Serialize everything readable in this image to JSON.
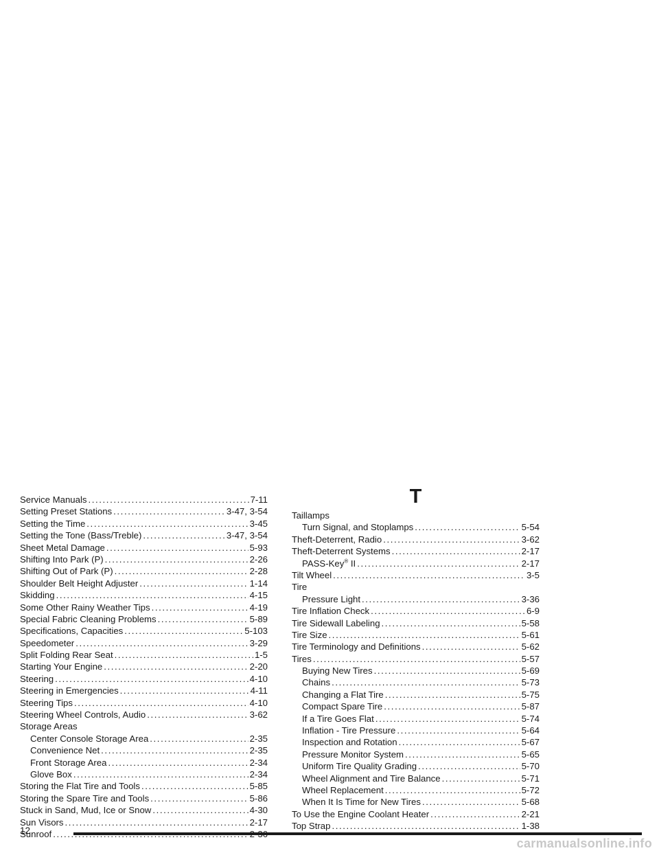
{
  "left_column": [
    {
      "type": "entry",
      "text": "Service Manuals",
      "page": "7-11"
    },
    {
      "type": "entry",
      "text": "Setting Preset Stations",
      "page": "3-47, 3-54"
    },
    {
      "type": "entry",
      "text": "Setting the Time",
      "page": "3-45"
    },
    {
      "type": "entry",
      "text": "Setting the Tone (Bass/Treble)",
      "page": "3-47, 3-54"
    },
    {
      "type": "entry",
      "text": "Sheet Metal Damage",
      "page": "5-93"
    },
    {
      "type": "entry",
      "text": "Shifting Into Park (P)",
      "page": "2-26"
    },
    {
      "type": "entry",
      "text": "Shifting Out of Park (P)",
      "page": "2-28"
    },
    {
      "type": "entry",
      "text": "Shoulder Belt Height Adjuster",
      "page": "1-14"
    },
    {
      "type": "entry",
      "text": "Skidding",
      "page": "4-15"
    },
    {
      "type": "entry",
      "text": "Some Other Rainy Weather Tips",
      "page": "4-19"
    },
    {
      "type": "entry",
      "text": "Special Fabric Cleaning Problems",
      "page": "5-89"
    },
    {
      "type": "entry",
      "text": "Specifications, Capacities",
      "page": "5-103"
    },
    {
      "type": "entry",
      "text": "Speedometer",
      "page": "3-29"
    },
    {
      "type": "entry",
      "text": "Split Folding Rear Seat",
      "page": "1-5"
    },
    {
      "type": "entry",
      "text": "Starting Your Engine",
      "page": "2-20"
    },
    {
      "type": "entry",
      "text": "Steering",
      "page": "4-10"
    },
    {
      "type": "entry",
      "text": "Steering in Emergencies",
      "page": "4-11"
    },
    {
      "type": "entry",
      "text": "Steering Tips",
      "page": "4-10"
    },
    {
      "type": "entry",
      "text": "Steering Wheel Controls, Audio",
      "page": "3-62"
    },
    {
      "type": "heading",
      "text": "Storage Areas"
    },
    {
      "type": "sub",
      "text": "Center Console Storage Area",
      "page": "2-35"
    },
    {
      "type": "sub",
      "text": "Convenience Net",
      "page": "2-35"
    },
    {
      "type": "sub",
      "text": "Front Storage Area",
      "page": "2-34"
    },
    {
      "type": "sub",
      "text": "Glove Box",
      "page": "2-34"
    },
    {
      "type": "entry",
      "text": "Storing the Flat Tire and Tools",
      "page": "5-85"
    },
    {
      "type": "entry",
      "text": "Storing the Spare Tire and Tools",
      "page": "5-86"
    },
    {
      "type": "entry",
      "text": "Stuck in Sand, Mud, Ice or Snow",
      "page": "4-30"
    },
    {
      "type": "entry",
      "text": "Sun Visors",
      "page": "2-17"
    },
    {
      "type": "entry",
      "text": "Sunroof",
      "page": "2-36"
    }
  ],
  "right_column": [
    {
      "type": "letter",
      "text": "T"
    },
    {
      "type": "heading",
      "text": "Taillamps"
    },
    {
      "type": "sub",
      "text": "Turn Signal, and Stoplamps",
      "page": "5-54"
    },
    {
      "type": "entry",
      "text": "Theft-Deterrent, Radio",
      "page": "3-62"
    },
    {
      "type": "entry",
      "text": "Theft-Deterrent Systems",
      "page": "2-17"
    },
    {
      "type": "sub",
      "text": "PASS-Key",
      "sup": "®",
      "after": " II",
      "page": "2-17"
    },
    {
      "type": "entry",
      "text": "Tilt Wheel",
      "page": "3-5"
    },
    {
      "type": "heading",
      "text": "Tire"
    },
    {
      "type": "sub",
      "text": "Pressure Light",
      "page": "3-36"
    },
    {
      "type": "entry",
      "text": "Tire Inflation Check",
      "page": "6-9"
    },
    {
      "type": "entry",
      "text": "Tire Sidewall Labeling",
      "page": "5-58"
    },
    {
      "type": "entry",
      "text": "Tire Size",
      "page": "5-61"
    },
    {
      "type": "entry",
      "text": "Tire Terminology and Definitions",
      "page": "5-62"
    },
    {
      "type": "entry",
      "text": "Tires",
      "page": "5-57"
    },
    {
      "type": "sub",
      "text": "Buying New Tires",
      "page": "5-69"
    },
    {
      "type": "sub",
      "text": "Chains",
      "page": "5-73"
    },
    {
      "type": "sub",
      "text": "Changing a Flat Tire",
      "page": "5-75"
    },
    {
      "type": "sub",
      "text": "Compact Spare Tire",
      "page": "5-87"
    },
    {
      "type": "sub",
      "text": "If a Tire Goes Flat",
      "page": "5-74"
    },
    {
      "type": "sub",
      "text": "Inflation - Tire Pressure",
      "page": "5-64"
    },
    {
      "type": "sub",
      "text": "Inspection and Rotation",
      "page": "5-67"
    },
    {
      "type": "sub",
      "text": "Pressure Monitor System",
      "page": "5-65"
    },
    {
      "type": "sub",
      "text": "Uniform Tire Quality Grading",
      "page": "5-70"
    },
    {
      "type": "sub",
      "text": "Wheel Alignment and Tire Balance",
      "page": "5-71"
    },
    {
      "type": "sub",
      "text": "Wheel Replacement",
      "page": "5-72"
    },
    {
      "type": "sub",
      "text": "When It Is Time for New Tires",
      "page": "5-68"
    },
    {
      "type": "entry",
      "text": "To Use the Engine Coolant Heater",
      "page": "2-21"
    },
    {
      "type": "entry",
      "text": "Top Strap",
      "page": "1-38"
    }
  ],
  "footer": {
    "page_number": "12"
  },
  "watermark": "carmanualsonline.info"
}
